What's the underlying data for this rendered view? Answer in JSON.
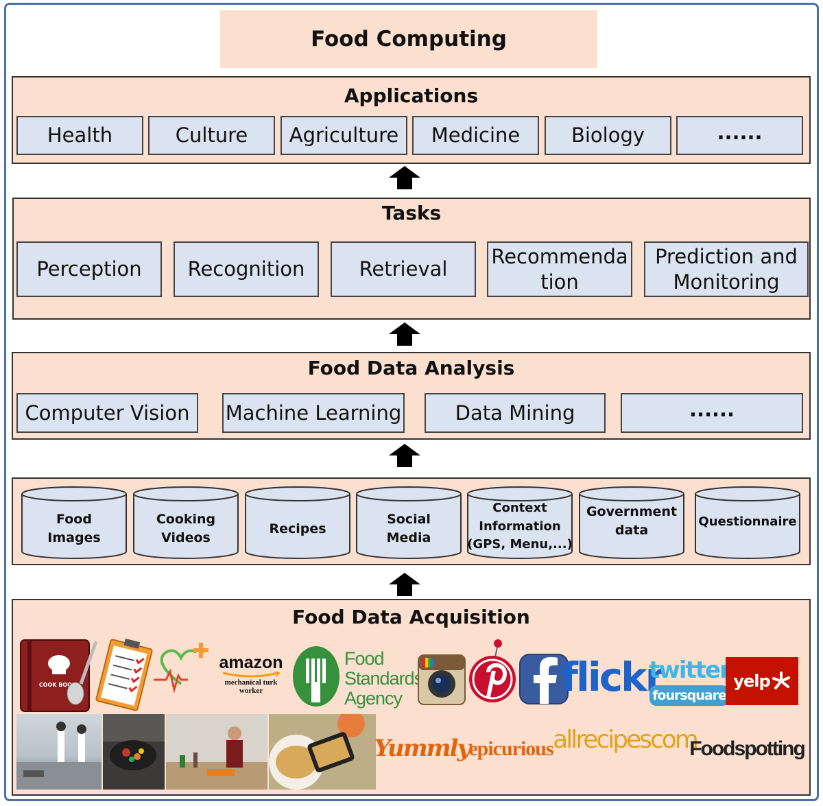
{
  "title": "Food Computing",
  "applications": {
    "title": "Applications",
    "items": [
      "Health",
      "Culture",
      "Agriculture",
      "Medicine",
      "Biology",
      "......"
    ]
  },
  "tasks": {
    "title": "Tasks",
    "items": [
      {
        "line1": "Perception",
        "line2": ""
      },
      {
        "line1": "Recognition",
        "line2": ""
      },
      {
        "line1": "Retrieval",
        "line2": ""
      },
      {
        "line1": "Recommenda",
        "line2": "tion"
      },
      {
        "line1": "Prediction and",
        "line2": "Monitoring"
      }
    ]
  },
  "analysis": {
    "title": "Food Data Analysis",
    "items": [
      "Computer Vision",
      "Machine Learning",
      "Data Mining",
      "......"
    ]
  },
  "sources": [
    {
      "line1": "Food",
      "line2": "Images",
      "line3": ""
    },
    {
      "line1": "Cooking",
      "line2": "Videos",
      "line3": ""
    },
    {
      "line1": "Recipes",
      "line2": "",
      "line3": ""
    },
    {
      "line1": "Social",
      "line2": "Media",
      "line3": ""
    },
    {
      "line1": "Context",
      "line2": "Information",
      "line3": "(GPS, Menu,...)"
    },
    {
      "line1": "Government",
      "line2": "data",
      "line3": ""
    },
    {
      "line1": "Questionnaire",
      "line2": "",
      "line3": ""
    }
  ],
  "acquisition": {
    "title": "Food Data Acquisition",
    "logos": {
      "cookbook": "COOK BOOK",
      "amazon": "amazon",
      "mturk_1": "mechanical turk",
      "mturk_2": "worker",
      "fsa_1": "Food",
      "fsa_2": "Standards",
      "fsa_3": "Agency",
      "flickr": "flickr",
      "twitter": "twitter",
      "foursquare": "foursquare",
      "yelp": "yelp",
      "yummly": "Yummly",
      "epicurious": "epicurious",
      "allrecipes": "allrecipes",
      "allrecipes_com": "com",
      "foodspotting": "Foodspotting"
    },
    "icons": [
      "cookbook-icon",
      "checklist-icon",
      "heart-pulse-icon",
      "fsa-fork-icon",
      "instagram-icon",
      "pinterest-icon",
      "facebook-icon",
      "yelp-burst-icon"
    ],
    "photos": [
      "kitchen-robot-photo",
      "cooking-pan-photo",
      "chef-cooking-photo",
      "phone-food-photo"
    ]
  },
  "colors": {
    "panel": "#fbe0cf",
    "box": "#dbe3f0",
    "frame": "#4a6fa5",
    "twitter": "#3fb6e6",
    "flickr_blue": "#1f63c9",
    "flickr_pink": "#e8127a",
    "yelp": "#c41200",
    "yummly": "#e2630f",
    "fsa_green": "#35913c"
  }
}
